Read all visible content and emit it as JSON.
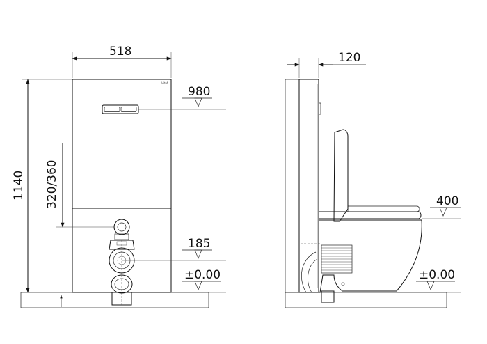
{
  "front_view": {
    "width_label": "518",
    "height_label": "1140",
    "range_label": "320/360",
    "button_level_label": "980",
    "outlet_level_label": "185",
    "floor_label": "±0.00",
    "brand_text": "VitrA"
  },
  "side_view": {
    "depth_label": "120",
    "seat_level_label": "400",
    "floor_label": "±0.00"
  },
  "colors": {
    "line": "#111111",
    "hatch": "#555555",
    "fill": "#ffffff"
  }
}
